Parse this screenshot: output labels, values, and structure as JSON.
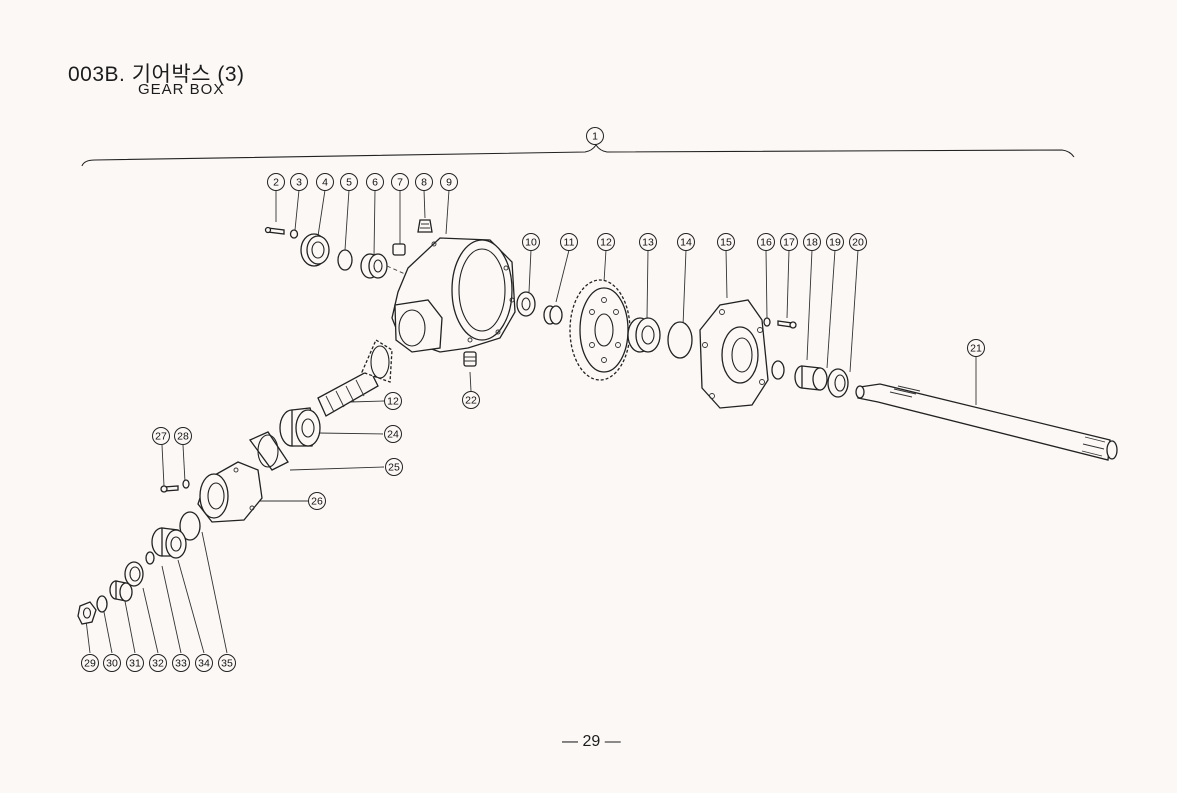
{
  "header": {
    "title": "003B. 기어박스 (3)",
    "subtitle": "GEAR BOX"
  },
  "page_number": "— 29 —",
  "callouts": [
    {
      "id": "c1",
      "label": "1"
    },
    {
      "id": "c2",
      "label": "2"
    },
    {
      "id": "c3",
      "label": "3"
    },
    {
      "id": "c4",
      "label": "4"
    },
    {
      "id": "c5",
      "label": "5"
    },
    {
      "id": "c6",
      "label": "6"
    },
    {
      "id": "c7",
      "label": "7"
    },
    {
      "id": "c8",
      "label": "8"
    },
    {
      "id": "c9",
      "label": "9"
    },
    {
      "id": "c10",
      "label": "10"
    },
    {
      "id": "c11",
      "label": "11"
    },
    {
      "id": "c12a",
      "label": "12"
    },
    {
      "id": "c13",
      "label": "13"
    },
    {
      "id": "c14",
      "label": "14"
    },
    {
      "id": "c15",
      "label": "15"
    },
    {
      "id": "c16",
      "label": "16"
    },
    {
      "id": "c17",
      "label": "17"
    },
    {
      "id": "c18",
      "label": "18"
    },
    {
      "id": "c19",
      "label": "19"
    },
    {
      "id": "c20",
      "label": "20"
    },
    {
      "id": "c21",
      "label": "21"
    },
    {
      "id": "c22",
      "label": "22"
    },
    {
      "id": "c12b",
      "label": "12"
    },
    {
      "id": "c24",
      "label": "24"
    },
    {
      "id": "c25",
      "label": "25"
    },
    {
      "id": "c26",
      "label": "26"
    },
    {
      "id": "c27",
      "label": "27"
    },
    {
      "id": "c28",
      "label": "28"
    },
    {
      "id": "c29",
      "label": "29"
    },
    {
      "id": "c30",
      "label": "30"
    },
    {
      "id": "c31",
      "label": "31"
    },
    {
      "id": "c32",
      "label": "32"
    },
    {
      "id": "c33",
      "label": "33"
    },
    {
      "id": "c34",
      "label": "34"
    },
    {
      "id": "c35",
      "label": "35"
    }
  ]
}
